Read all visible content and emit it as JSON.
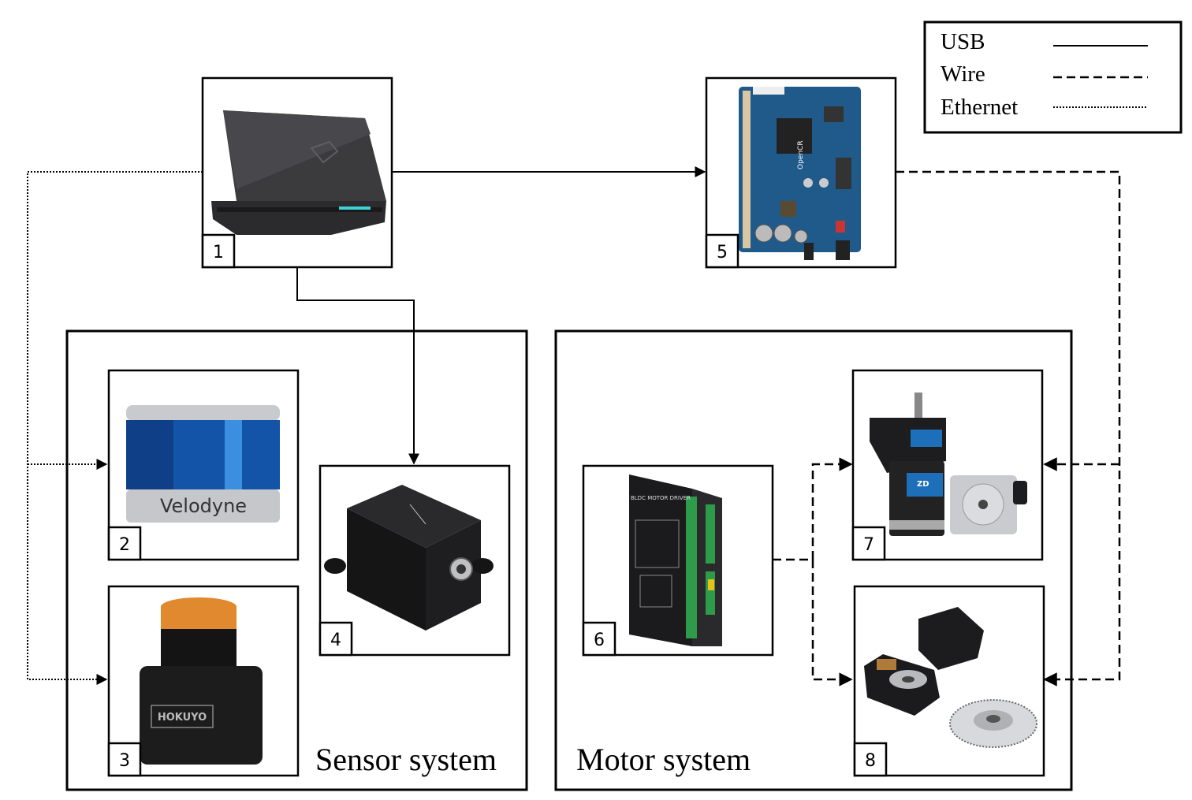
{
  "legend": {
    "items": [
      {
        "label": "USB",
        "style": "solid"
      },
      {
        "label": "Wire",
        "style": "dashed"
      },
      {
        "label": "Ethernet",
        "style": "dotted"
      }
    ]
  },
  "groups": {
    "sensor": {
      "title": "Sensor system"
    },
    "motor": {
      "title": "Motor system"
    }
  },
  "devices": [
    {
      "id": "1",
      "label": "1",
      "icon": "laptop-icon",
      "brand_text": ""
    },
    {
      "id": "2",
      "label": "2",
      "icon": "lidar-velodyne-icon",
      "brand_text": "Velodyne"
    },
    {
      "id": "3",
      "label": "3",
      "icon": "lidar-hokuyo-icon",
      "brand_text": "HOKUYO"
    },
    {
      "id": "4",
      "label": "4",
      "icon": "imu-sensor-icon",
      "brand_text": ""
    },
    {
      "id": "5",
      "label": "5",
      "icon": "opencr-board-icon",
      "brand_text": "OpenCR"
    },
    {
      "id": "6",
      "label": "6",
      "icon": "motor-driver-icon",
      "brand_text": "BLDC MOTOR DRIVER"
    },
    {
      "id": "7",
      "label": "7",
      "icon": "dc-motor-icon",
      "brand_text": "ZD"
    },
    {
      "id": "8",
      "label": "8",
      "icon": "encoder-icon",
      "brand_text": ""
    }
  ],
  "connections": [
    {
      "from": "1",
      "to": "5",
      "type": "USB"
    },
    {
      "from": "1",
      "to": "4",
      "type": "USB"
    },
    {
      "from": "1",
      "to": "2",
      "type": "Ethernet"
    },
    {
      "from": "1",
      "to": "3",
      "type": "Ethernet"
    },
    {
      "from": "5",
      "to": "7",
      "type": "Wire"
    },
    {
      "from": "5",
      "to": "8",
      "type": "Wire"
    },
    {
      "from": "6",
      "to": "7",
      "type": "Wire"
    },
    {
      "from": "6",
      "to": "8",
      "type": "Wire"
    }
  ]
}
